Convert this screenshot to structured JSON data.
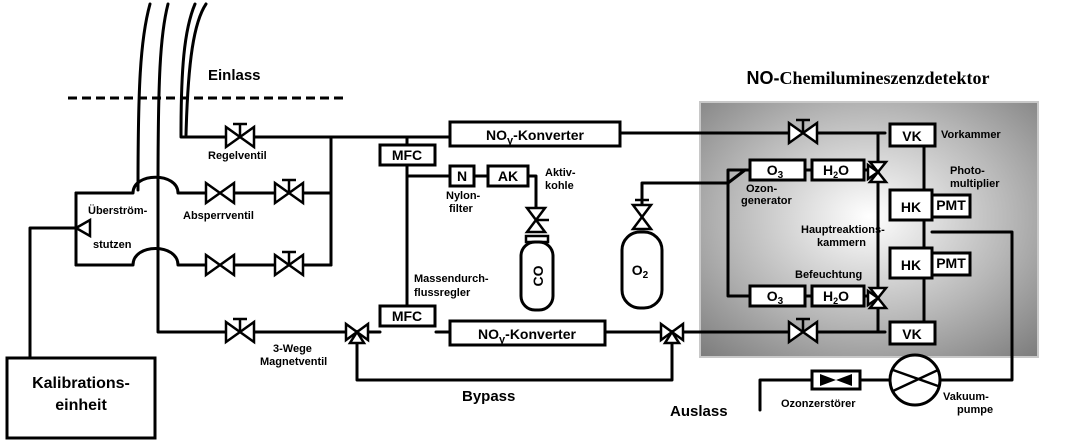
{
  "title": {
    "prefix": "NO-",
    "rest": "Chemilumineszenzdetektor"
  },
  "labels": {
    "einlass": "Einlass",
    "regelventil": "Regelventil",
    "absperrventil": "Absperrventil",
    "ueberstroem_1": "Überström-",
    "ueberstroem_2": "stutzen",
    "kalibration_1": "Kalibrations-",
    "kalibration_2": "einheit",
    "wege_1": "3-Wege",
    "wege_2": "Magnetventil",
    "massen_1": "Massendurch-",
    "massen_2": "flussregler",
    "nylon_1": "Nylon-",
    "nylon_2": "filter",
    "aktiv_1": "Aktiv-",
    "aktiv_2": "kohle",
    "ozon_1": "Ozon-",
    "ozon_2": "generator",
    "vorkammer": "Vorkammer",
    "photo_1": "Photo-",
    "photo_2": "multiplier",
    "haupt_1": "Hauptreaktions-",
    "haupt_2": "kammern",
    "befeuchtung": "Befeuchtung",
    "bypass": "Bypass",
    "auslass": "Auslass",
    "ozonzerstoerer": "Ozonzerstörer",
    "vakuum_1": "Vakuum-",
    "vakuum_2": "pumpe"
  },
  "components": {
    "mfc": "MFC",
    "noy_prefix": "NO",
    "noy_sub": "y",
    "noy_suffix": "-Konverter",
    "n": "N",
    "ak": "AK",
    "co": "CO",
    "o2_main": "O",
    "o2_sub": "2",
    "o3_main": "O",
    "o3_sub": "3",
    "h2o_h": "H",
    "h2o_sub": "2",
    "h2o_o": "O",
    "vk": "VK",
    "hk": "HK",
    "pmt": "PMT"
  }
}
